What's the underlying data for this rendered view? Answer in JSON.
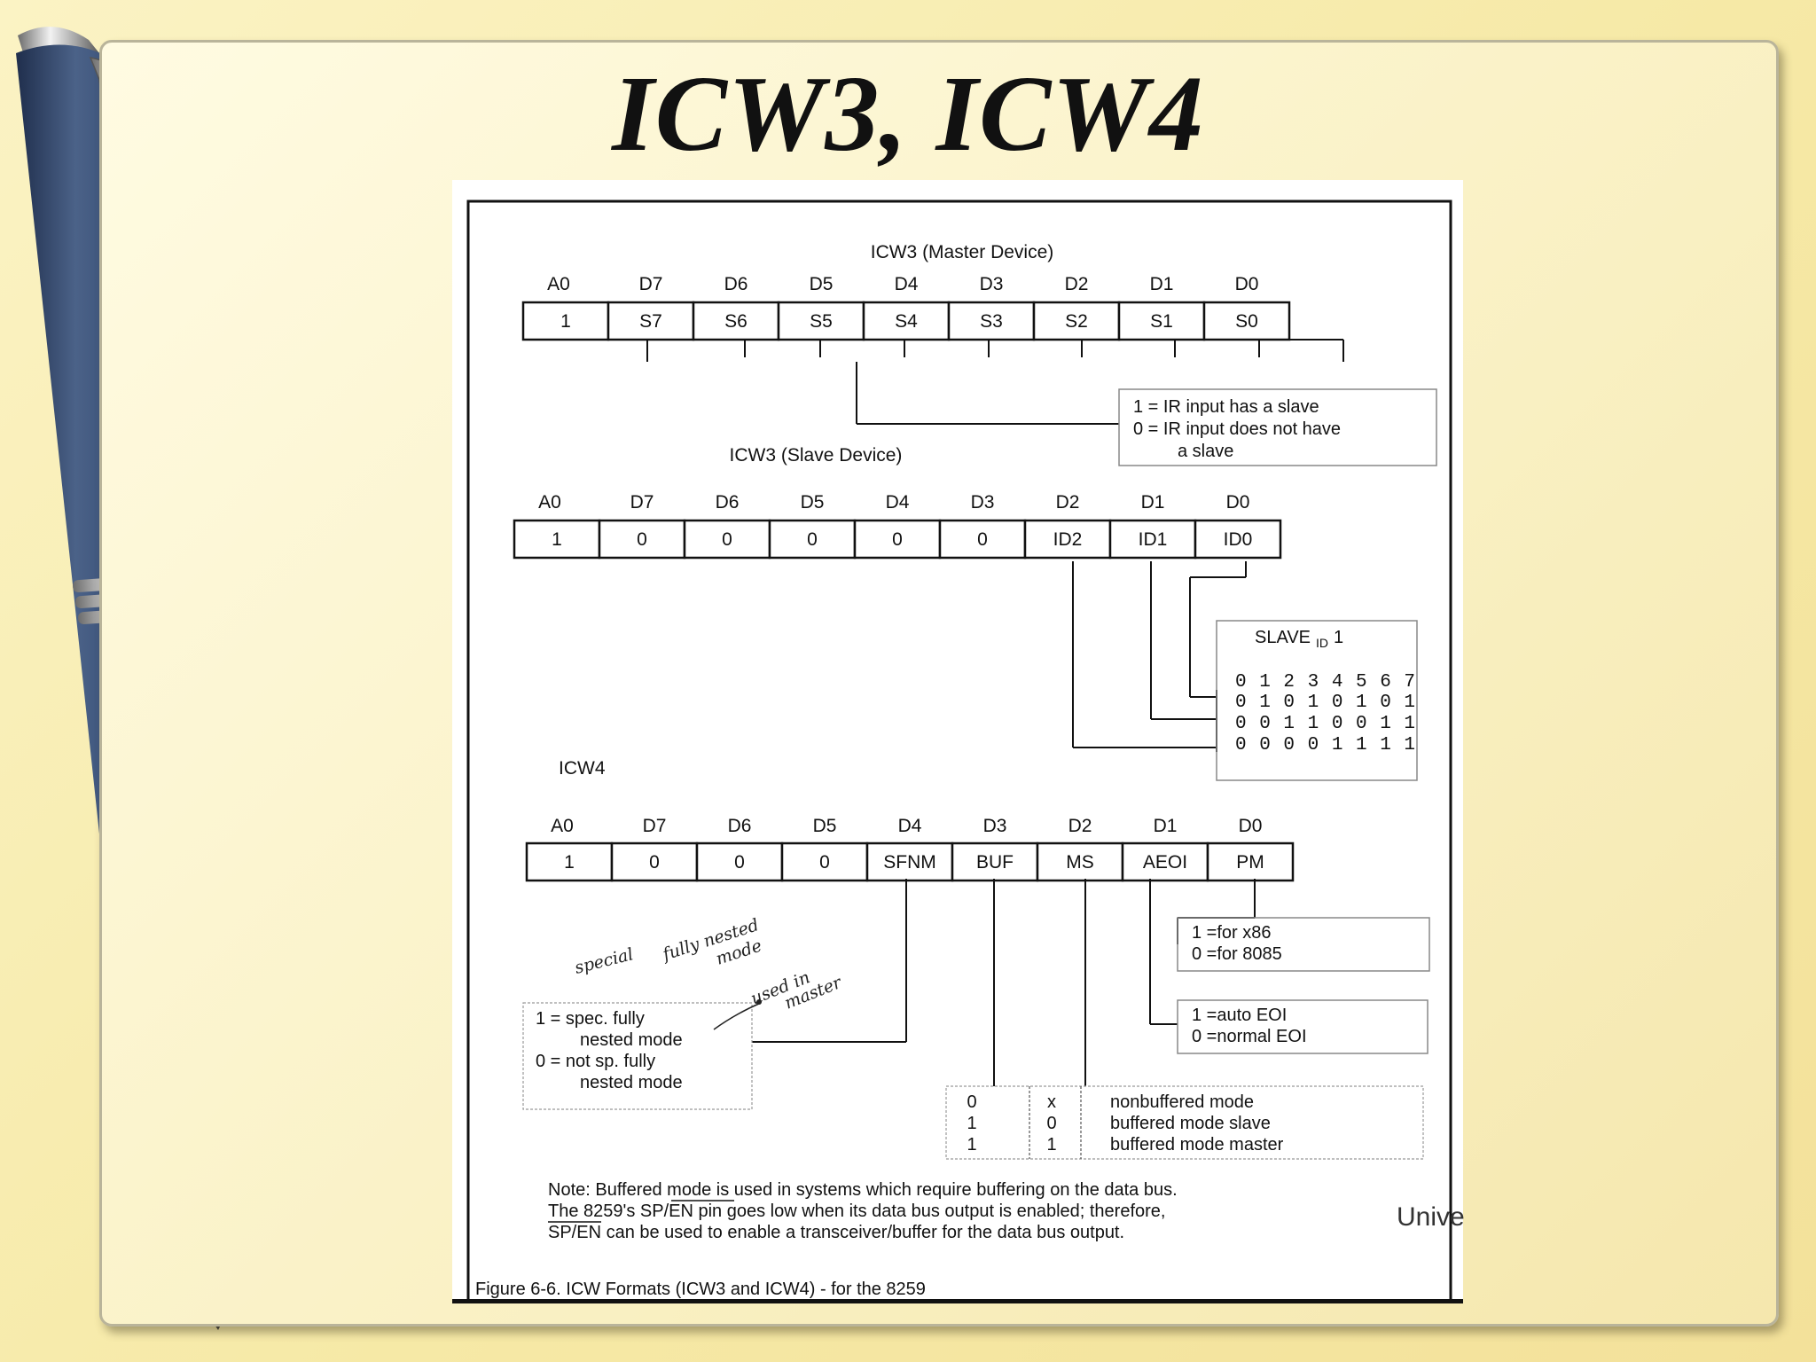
{
  "slide": {
    "title": "ICW3, ICW4",
    "footer_text": "Unive"
  },
  "figure": {
    "master": {
      "title": "ICW3 (Master Device)",
      "headers": [
        "A0",
        "D7",
        "D6",
        "D5",
        "D4",
        "D3",
        "D2",
        "D1",
        "D0"
      ],
      "cells": [
        "1",
        "S7",
        "S6",
        "S5",
        "S4",
        "S3",
        "S2",
        "S1",
        "S0"
      ],
      "legend": [
        "1 = IR input has a slave",
        "0 = IR input does not have",
        "a slave"
      ]
    },
    "slave": {
      "title": "ICW3 (Slave Device)",
      "headers": [
        "A0",
        "D7",
        "D6",
        "D5",
        "D4",
        "D3",
        "D2",
        "D1",
        "D0"
      ],
      "cells": [
        "1",
        "0",
        "0",
        "0",
        "0",
        "0",
        "ID2",
        "ID1",
        "ID0"
      ],
      "slave_id_title": "SLAVE",
      "slave_id_sub": "ID",
      "slave_id_suffix": "1",
      "id_rows": [
        "0 1 2 3 4 5 6 7",
        "0 1 0 1 0 1 0 1",
        "0 0 1 1 0 0 1 1",
        "0 0 0 0 1 1 1 1"
      ]
    },
    "icw4": {
      "title": "ICW4",
      "headers": [
        "A0",
        "D7",
        "D6",
        "D5",
        "D4",
        "D3",
        "D2",
        "D1",
        "D0"
      ],
      "cells": [
        "1",
        "0",
        "0",
        "0",
        "SFNM",
        "BUF",
        "MS",
        "AEOI",
        "PM"
      ],
      "pm_legend": [
        "1 =for x86",
        "0 =for 8085"
      ],
      "aeoi_legend": [
        "1 =auto EOI",
        "0 =normal EOI"
      ],
      "sfnm_legend": [
        "1 = spec. fully",
        "nested mode",
        "0 = not sp. fully",
        "nested mode"
      ],
      "buf_table": [
        {
          "buf": "0",
          "ms": "x",
          "desc": "nonbuffered mode"
        },
        {
          "buf": "1",
          "ms": "0",
          "desc": "buffered mode slave"
        },
        {
          "buf": "1",
          "ms": "1",
          "desc": "buffered mode master"
        }
      ],
      "note_lines": [
        "Note: Buffered mode is used in systems which require buffering on the data bus.",
        "The 8259's SP/EN pin goes low when its data bus output is enabled; therefore,",
        "SP/EN  can be used to enable a transceiver/buffer for the data bus output."
      ],
      "caption": "Figure 6-6. ICW Formats (ICW3 and ICW4) - for the 8259"
    },
    "handwriting": [
      "special",
      "fully nested",
      "mode",
      "used in",
      "master"
    ]
  }
}
